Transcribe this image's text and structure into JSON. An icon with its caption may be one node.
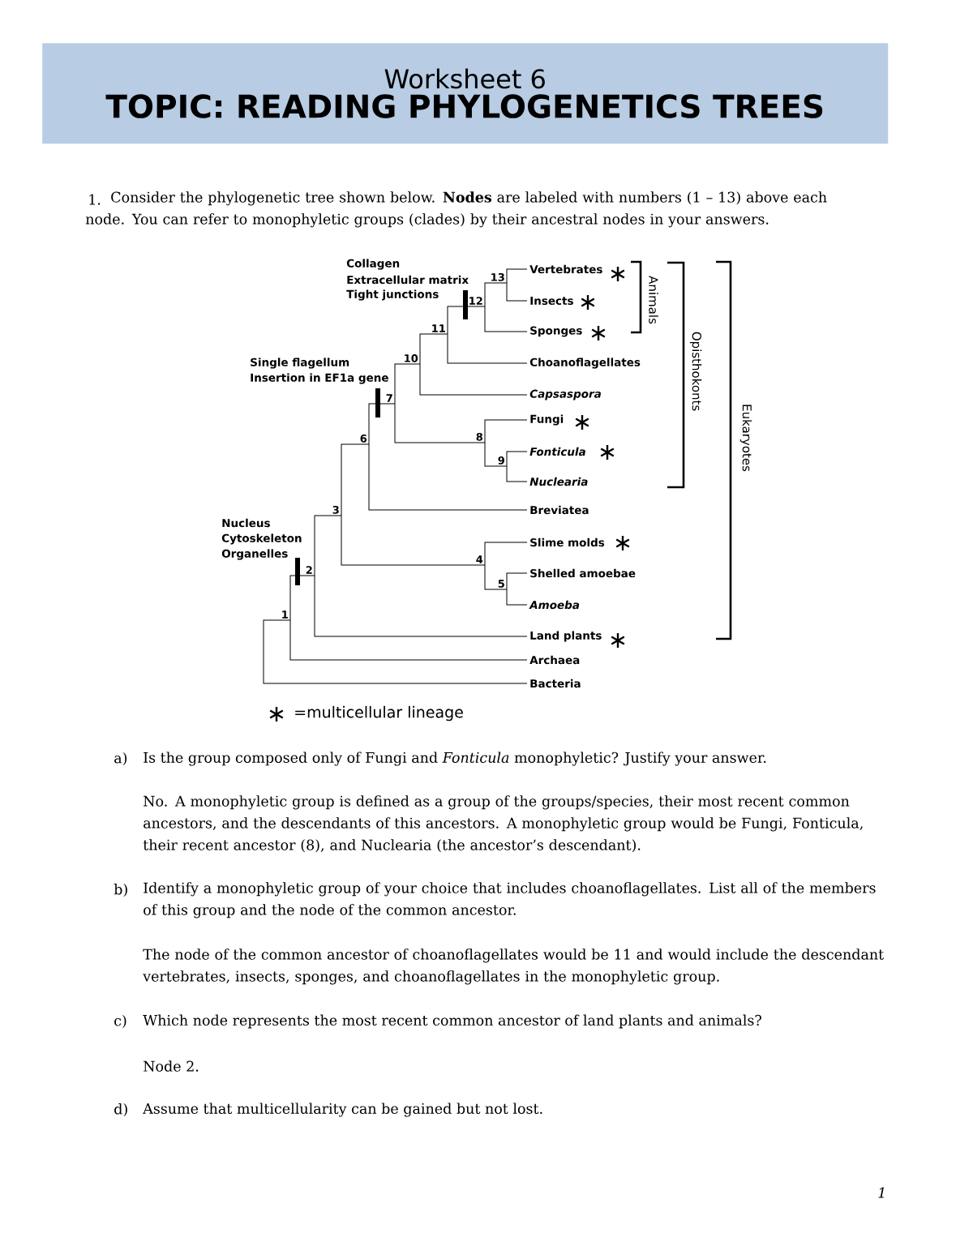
{
  "diagram": {
    "title": "TOPIC: READING PHYLOGENETICS TREES",
    "nodes": [
      {
        "text": [
          "Vertebrates"
        ]
      },
      {
        "text": [
          "Insects"
        ]
      },
      {
        "text": [
          "Sponges"
        ]
      },
      {
        "text": [
          "Choanoflagellates"
        ]
      },
      {
        "text": [
          "*Capsaspora*"
        ]
      },
      {
        "text": [
          "Fungi"
        ]
      },
      {
        "text": [
          "*Fonticula*"
        ]
      },
      {
        "text": [
          "*Nuclearia*"
        ]
      },
      {
        "text": [
          "Breviatea"
        ]
      },
      {
        "text": [
          "Slime molds"
        ]
      },
      {
        "text": [
          "Shelled amoebae"
        ]
      },
      {
        "text": [
          "*Amoeba*"
        ]
      },
      {
        "text": [
          "Land plants"
        ]
      },
      {
        "text": [
          "Archaea"
        ]
      },
      {
        "text": [
          "Bacteria"
        ]
      },
      {
        "text": [
          "1"
        ]
      },
      {
        "text": [
          "2"
        ]
      },
      {
        "text": [
          "3"
        ]
      },
      {
        "text": [
          "4"
        ]
      },
      {
        "text": [
          "5"
        ]
      },
      {
        "text": [
          "6"
        ]
      },
      {
        "text": [
          "7"
        ]
      },
      {
        "text": [
          "8"
        ]
      },
      {
        "text": [
          "9"
        ]
      },
      {
        "text": [
          "10"
        ]
      },
      {
        "text": [
          "11"
        ]
      },
      {
        "text": [
          "12"
        ]
      },
      {
        "text": [
          "13"
        ]
      }
    ],
    "edges": [
      {
        "from": 15,
        "to": 16,
        "arrow": "none"
      },
      {
        "from": 15,
        "to": 13,
        "arrow": "none"
      },
      {
        "from": 15,
        "to": 14,
        "arrow": "none"
      },
      {
        "from": 16,
        "to": 17,
        "arrow": "none"
      },
      {
        "from": 16,
        "to": 12,
        "arrow": "none"
      },
      {
        "from": 17,
        "to": 20,
        "arrow": "none"
      },
      {
        "from": 17,
        "to": 18,
        "arrow": "none"
      },
      {
        "from": 18,
        "to": 9,
        "arrow": "none"
      },
      {
        "from": 18,
        "to": 19,
        "arrow": "none"
      },
      {
        "from": 19,
        "to": 10,
        "arrow": "none"
      },
      {
        "from": 19,
        "to": 11,
        "arrow": "none"
      },
      {
        "from": 20,
        "to": 21,
        "arrow": "none"
      },
      {
        "from": 20,
        "to": 8,
        "arrow": "none"
      },
      {
        "from": 21,
        "to": 24,
        "arrow": "none"
      },
      {
        "from": 21,
        "to": 22,
        "arrow": "none"
      },
      {
        "from": 22,
        "to": 5,
        "arrow": "none"
      },
      {
        "from": 22,
        "to": 23,
        "arrow": "none"
      },
      {
        "from": 23,
        "to": 6,
        "arrow": "none"
      },
      {
        "from": 23,
        "to": 7,
        "arrow": "none"
      },
      {
        "from": 24,
        "to": 25,
        "arrow": "none"
      },
      {
        "from": 24,
        "to": 4,
        "arrow": "none"
      },
      {
        "from": 25,
        "to": 26,
        "arrow": "none"
      },
      {
        "from": 25,
        "to": 3,
        "arrow": "none"
      },
      {
        "from": 26,
        "to": 27,
        "arrow": "none"
      },
      {
        "from": 26,
        "to": 2,
        "arrow": "none"
      },
      {
        "from": 27,
        "to": 0,
        "arrow": "none"
      },
      {
        "from": 27,
        "to": 1,
        "arrow": "none"
      }
    ],
    "labels": [
      "Worksheet 6",
      "1.",
      "Consider the phylogenetic tree shown below. **Nodes** are labeled with numbers (1 – 13) above each node. You can refer to monophyletic groups (clades) by their ancestral nodes in your answers.",
      "Collagen",
      "Extracellular matrix",
      "Tight junctions",
      "Single flagellum",
      "Insertion in EF1a gene",
      "Nucleus",
      "Cytoskeleton",
      "Organelles",
      "Animals",
      "Opisthokonts",
      "Eukaryotes",
      "a)",
      "Is the group composed only of Fungi and *Fonticula* monophyletic? Justify your answer.",
      "No. A monophyletic group is defined as a group of the groups/species, their most recent common ancestors, and the descendants of this ancestors. A monophyletic group would be Fungi, Fonticula, their recent ancestor (8), and Nuclearia (the ancestor’s descendant).",
      "b)",
      "Identify a monophyletic group of your choice that includes choanoflagellates. List all of the members of this group and the node of the common ancestor.",
      "The node of the common ancestor of choanoflagellates would be 11 and would include the descendant vertebrates, insects, sponges, and choanoflagellates in the monophyletic group.",
      "c)",
      "Which node represents the most recent common ancestor of land plants and animals?",
      "Node 2.",
      "d)",
      "Assume that multicellularity can be gained but not lost.",
      "1"
    ],
    "legend": [
      {
        "text": "=multicellular lineage"
      }
    ]
  }
}
